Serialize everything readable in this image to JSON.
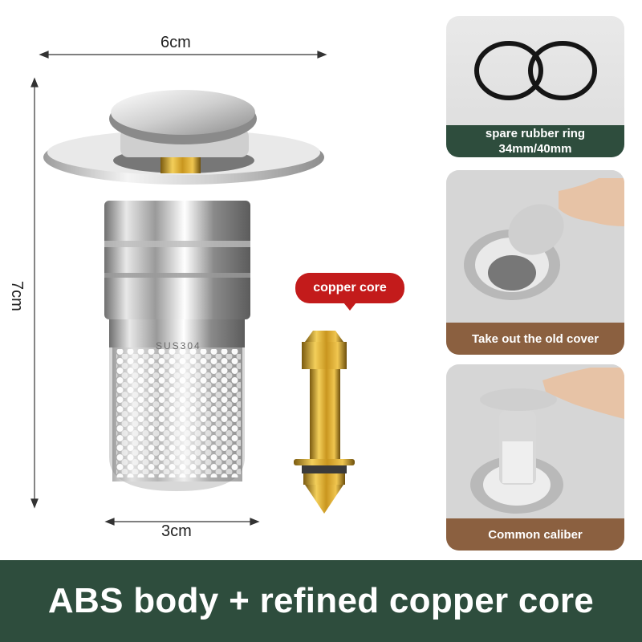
{
  "dimensions": {
    "width": "6cm",
    "height": "7cm",
    "base": "3cm"
  },
  "badge": {
    "copper_core": "copper core"
  },
  "cards": {
    "rubber_ring": {
      "line1": "spare rubber ring",
      "line2": "34mm/40mm",
      "color": "#2e4d3d"
    },
    "old_cover": {
      "label": "Take out the old cover",
      "color": "#8b6040"
    },
    "caliber": {
      "label": "Common caliber",
      "color": "#8b6040"
    }
  },
  "banner": {
    "text": "ABS body + refined copper core",
    "color": "#2e4d3d"
  },
  "product_text": {
    "engraving": "SUS304"
  }
}
